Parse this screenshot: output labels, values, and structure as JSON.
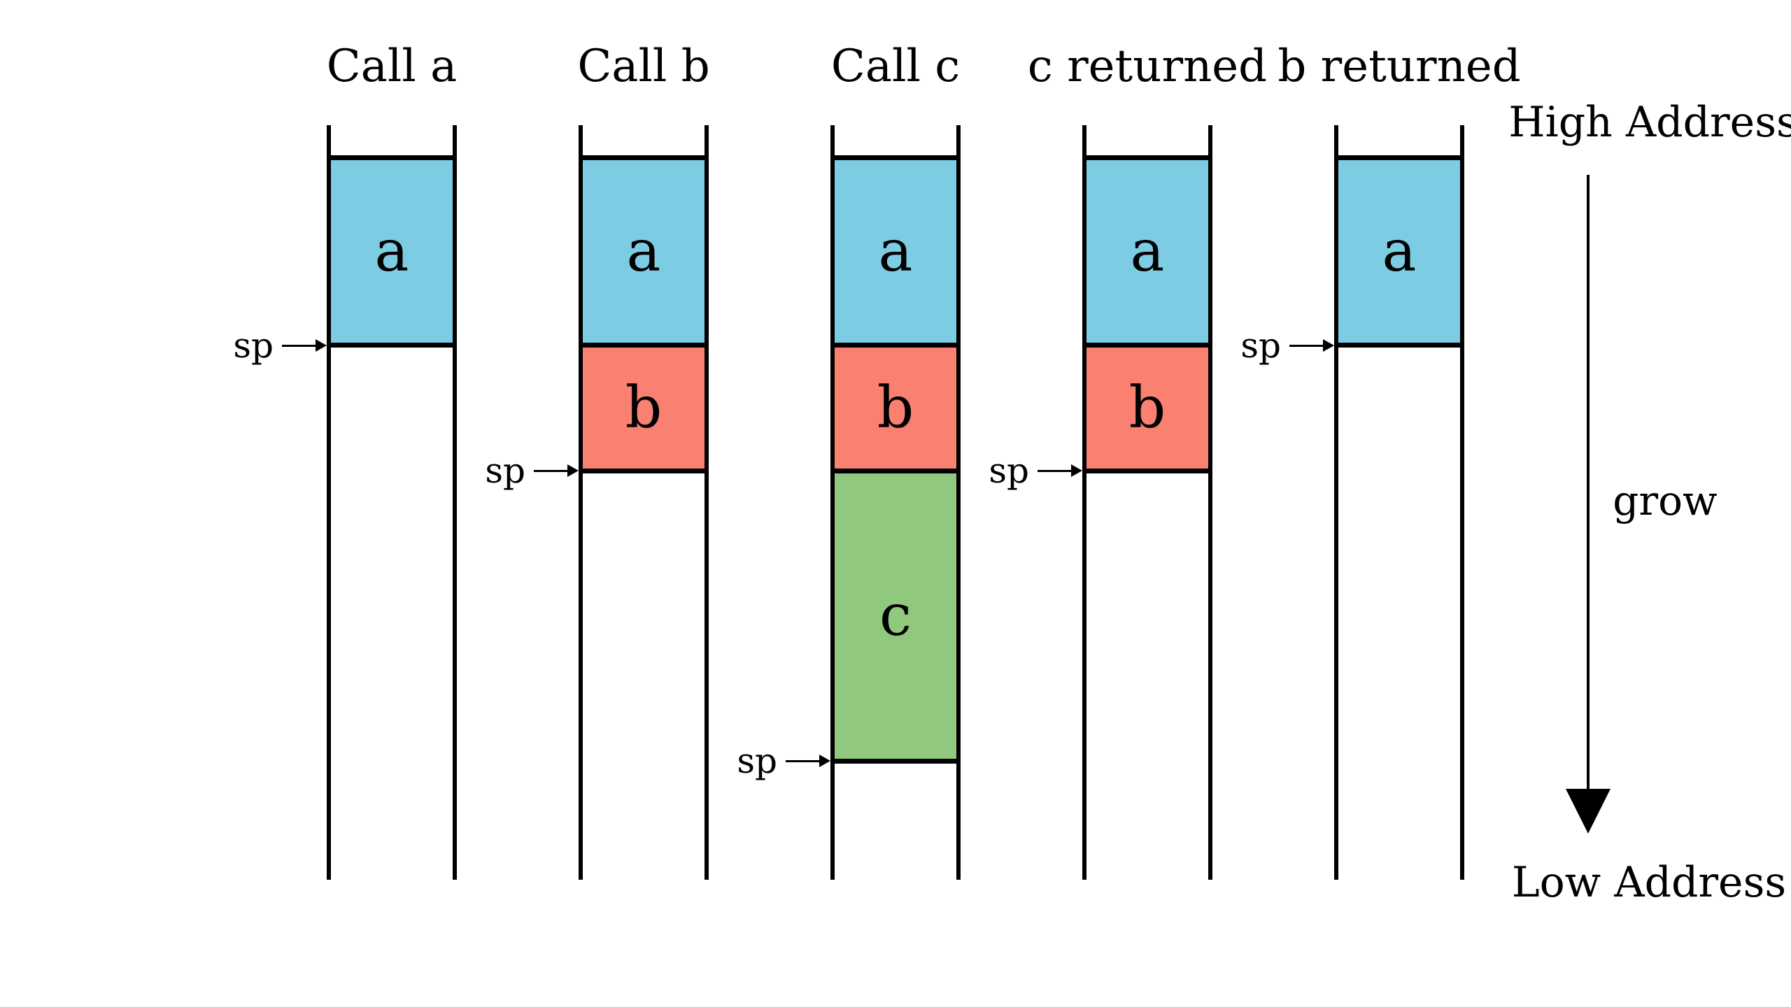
{
  "diagram": {
    "sp_label": "sp",
    "block_types": {
      "a": {
        "label": "a",
        "color": "#7CCDE3"
      },
      "b": {
        "label": "b",
        "color": "#FA8072"
      },
      "c": {
        "label": "c",
        "color": "#90C97E"
      }
    },
    "columns": [
      {
        "title": "Call a",
        "blocks": [
          "a"
        ],
        "sp_at": "a"
      },
      {
        "title": "Call b",
        "blocks": [
          "a",
          "b"
        ],
        "sp_at": "b"
      },
      {
        "title": "Call c",
        "blocks": [
          "a",
          "b",
          "c"
        ],
        "sp_at": "c"
      },
      {
        "title": "c returned",
        "blocks": [
          "a",
          "b"
        ],
        "sp_at": "b"
      },
      {
        "title": "b returned",
        "blocks": [
          "a"
        ],
        "sp_at": "a"
      }
    ],
    "annotations": {
      "high_address": "High Address",
      "grow": "grow",
      "low_address": "Low Address"
    },
    "ink_color": "#000000",
    "background_color": "#FFFFFF"
  }
}
